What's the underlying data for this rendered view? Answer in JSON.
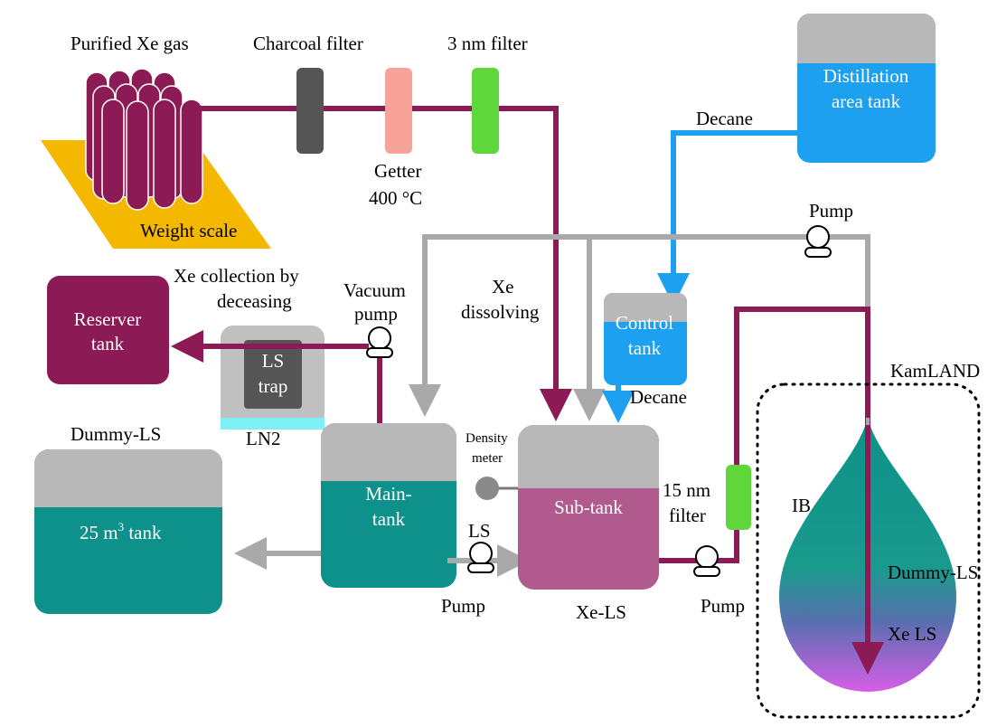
{
  "colors": {
    "purple": "#8b1a55",
    "gray": "#a9a9a9",
    "blue": "#1ea0f0",
    "teal": "#0e918a",
    "sub_tank": "#b05a8e",
    "charcoal": "#555555",
    "getter": "#f7a39a",
    "green": "#5fd63a",
    "scale": "#f5b800"
  },
  "labels": {
    "purified_xe_gas": "Purified Xe gas",
    "charcoal_filter": "Charcoal filter",
    "three_nm_filter": "3 nm filter",
    "getter": "Getter",
    "getter_temp": "400 °C",
    "weight_scale": "Weight scale",
    "distillation_1": "Distillation",
    "distillation_2": "area tank",
    "decane_top": "Decane",
    "pump_top": "Pump",
    "xe_collection_1": "Xe collection by",
    "xe_collection_2": "deceasing",
    "vacuum_pump_1": "Vacuum",
    "vacuum_pump_2": "pump",
    "xe_dissolving_1": "Xe",
    "xe_dissolving_2": "dissolving",
    "reserver_1": "Reserver",
    "reserver_2": "tank",
    "ls_trap_1": "LS",
    "ls_trap_2": "trap",
    "ln2": "LN2",
    "control_1": "Control",
    "control_2": "tank",
    "decane_mid": "Decane",
    "kamland": "KamLAND",
    "dummy_ls_title": "Dummy-LS",
    "tank_25": "25 m",
    "tank_25_sup": "3",
    "tank_25_suffix": " tank",
    "density_1": "Density",
    "density_2": "meter",
    "main_1": "Main-",
    "main_2": "tank",
    "sub_tank": "Sub-tank",
    "filter15_1": "15 nm",
    "filter15_2": "filter",
    "ib": "IB",
    "ls": "LS",
    "pump_left": "Pump",
    "xe_ls_label": "Xe-LS",
    "pump_right": "Pump",
    "dummy_ls_balloon": "Dummy-LS",
    "xe_ls_balloon": "Xe LS"
  }
}
